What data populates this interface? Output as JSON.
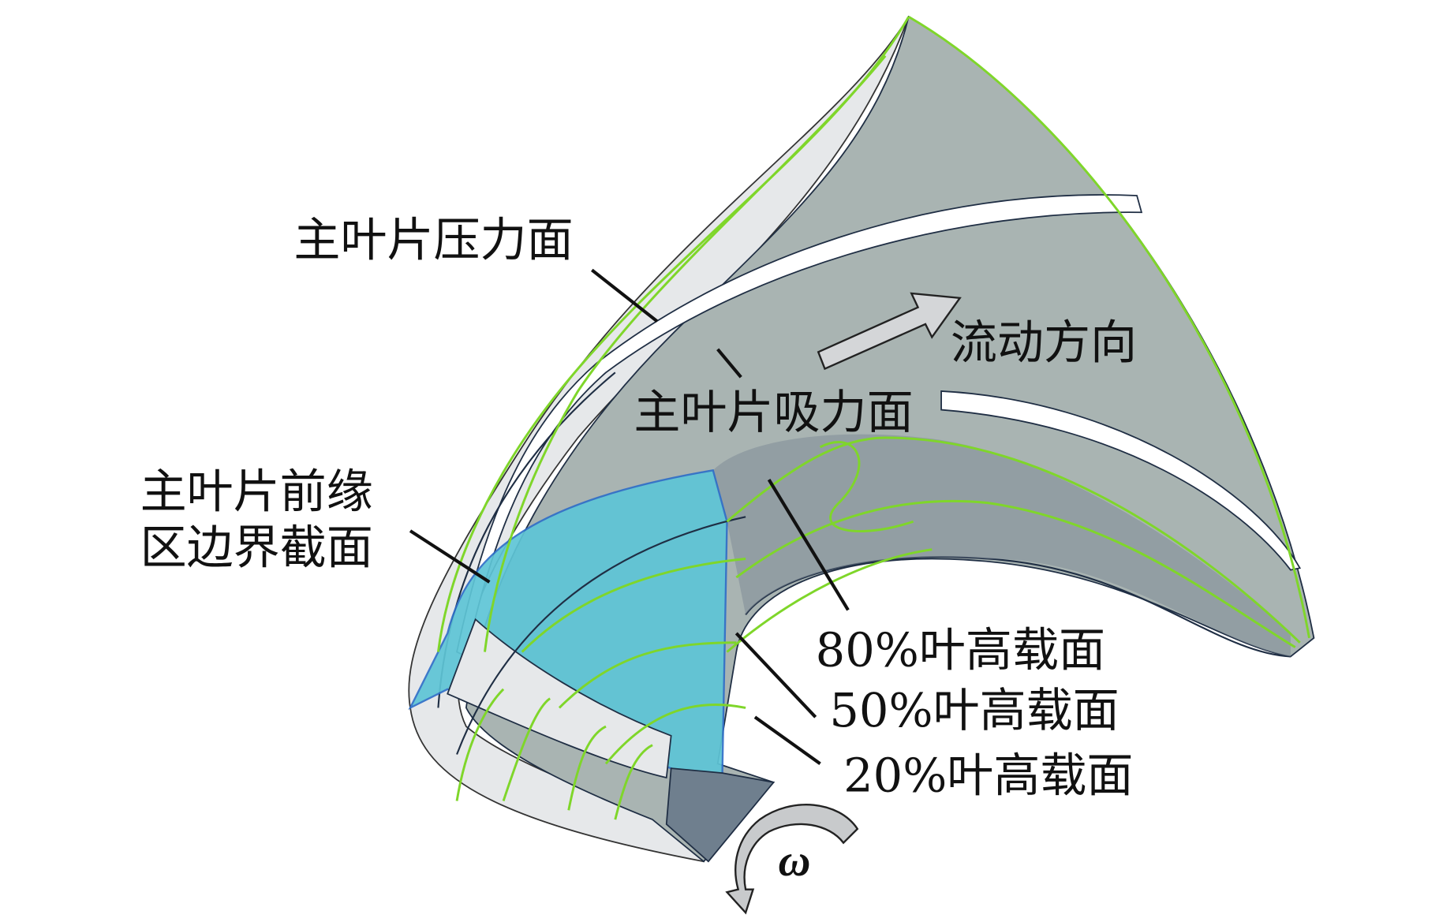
{
  "labels": {
    "pressure_surface": "主叶片压力面",
    "flow_direction": "流动方向",
    "suction_surface": "主叶片吸力面",
    "leading_edge_line1": "主叶片前缘",
    "leading_edge_line2": "区边界截面",
    "section_80": "80%叶高载面",
    "section_50": "50%叶高载面",
    "section_20": "20%叶高载面",
    "rotation_symbol": "ω"
  },
  "colors": {
    "blade_surface": "#a9b4b2",
    "shroud": "#e6e8ea",
    "section_plane": "#5ec5d6",
    "section_lines": "#7fd62a",
    "edges": "#1f2e44"
  }
}
